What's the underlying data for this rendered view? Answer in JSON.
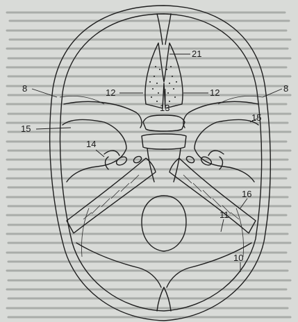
{
  "figure": {
    "labels": {
      "n21": "21",
      "n8_left": "8",
      "n8_right": "8",
      "n12_left": "12",
      "n12_right": "12",
      "n13": "13",
      "n15_left": "15",
      "n15_right": "15",
      "n14": "14",
      "n16": "16",
      "n11": "11",
      "n10": "10"
    }
  },
  "colors": {
    "ink": "#1e1e1e",
    "paper": "#ffffff",
    "background_page": "#d9dbd8",
    "background_text": "#a9aca9"
  }
}
